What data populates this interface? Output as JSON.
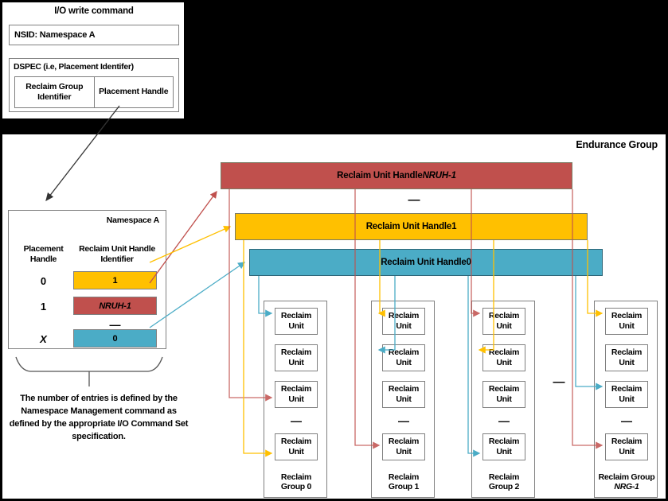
{
  "io_command": {
    "title": "I/O write command",
    "nsid": "NSID: Namespace A",
    "dspec_label": "DSPEC (i.e, Placement Identifer)",
    "dspec_columns": [
      "Reclaim Group Identifier",
      "Placement Handle"
    ]
  },
  "endurance_group": {
    "label": "Endurance Group"
  },
  "namespace": {
    "title": "Namespace A",
    "headers": [
      "Placement Handle",
      "Reclaim Unit Handle Identifier"
    ],
    "rows": [
      {
        "handle": "0",
        "handle_italic": false,
        "value": "1",
        "value_italic": false,
        "color": "#FFC000"
      },
      {
        "handle": "1",
        "handle_italic": false,
        "value": "NRUH-1",
        "value_italic": true,
        "color": "#C0504D"
      },
      {
        "handle": "",
        "handle_italic": false,
        "value": "—",
        "value_italic": false,
        "color": ""
      },
      {
        "handle": "X",
        "handle_italic": true,
        "value": "0",
        "value_italic": false,
        "color": "#4BACC6"
      }
    ],
    "caption": "The number of entries is defined by the Namespace Management command as defined by the appropriate I/O Command Set specification."
  },
  "reclaim_unit_handles": [
    {
      "prefix": "Reclaim Unit Handle ",
      "id": "NRUH-1",
      "italic": true,
      "color": "#C0504D"
    },
    {
      "prefix": "Reclaim Unit Handle ",
      "id": "1",
      "italic": false,
      "color": "#FFC000"
    },
    {
      "prefix": "Reclaim Unit Handle ",
      "id": "0",
      "italic": false,
      "color": "#4BACC6"
    }
  ],
  "vertical_ellipsis": "—",
  "horizontal_ellipsis": "—",
  "reclaim_unit_label": {
    "line1": "Reclaim",
    "line2": "Unit"
  },
  "reclaim_groups": [
    {
      "name_line1": "Reclaim",
      "name_line2": "Group 0",
      "name_italic": false,
      "units": 4,
      "dash_after": 3
    },
    {
      "name_line1": "Reclaim",
      "name_line2": "Group 1",
      "name_italic": false,
      "units": 4,
      "dash_after": 3
    },
    {
      "name_line1": "Reclaim",
      "name_line2": "Group 2",
      "name_italic": false,
      "units": 4,
      "dash_after": 3
    },
    {
      "name_line1": "Reclaim Group",
      "name_line2": "NRG-1",
      "name_italic": true,
      "units": 4,
      "dash_after": 3
    }
  ],
  "colors": {
    "red": "#C0504D",
    "amber": "#FFC000",
    "teal": "#4BACC6",
    "arrow_red": "#C0504D",
    "arrow_amber": "#FFC000",
    "arrow_teal": "#4BACC6",
    "border_gray": "#808080",
    "background": "#000000",
    "panel": "#FFFFFF"
  }
}
